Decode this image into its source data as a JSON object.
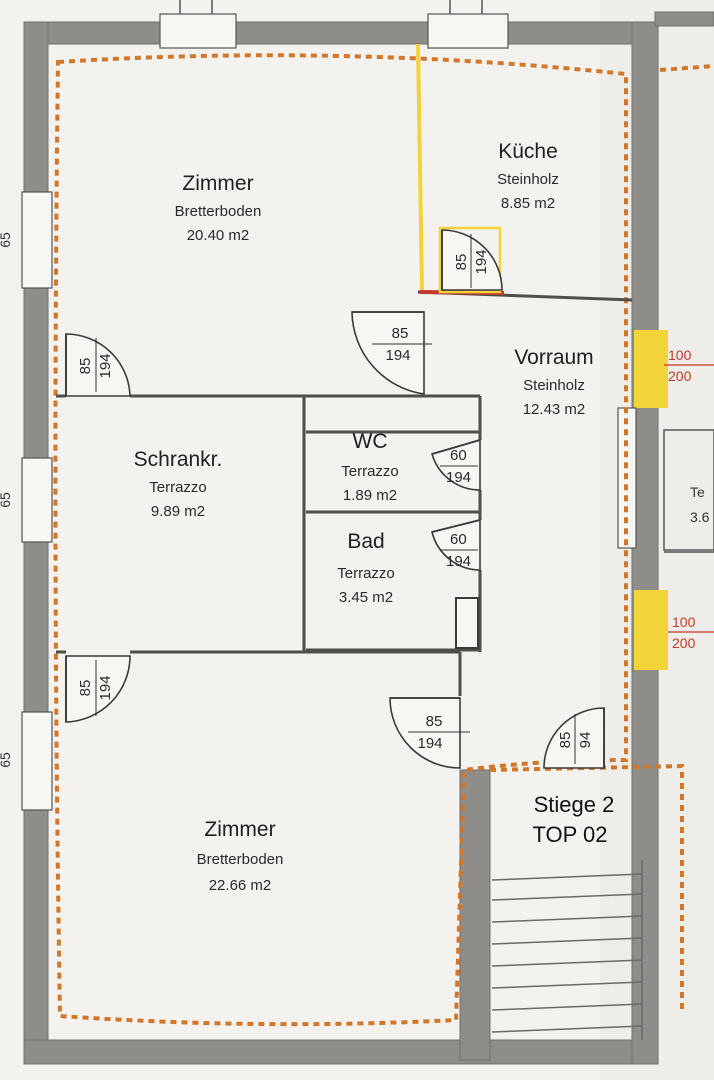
{
  "rooms": {
    "zimmer_top": {
      "name": "Zimmer",
      "floor": "Bretterboden",
      "area": "20.40  m2"
    },
    "kueche": {
      "name": "Küche",
      "floor": "Steinholz",
      "area": "8.85  m2"
    },
    "vorraum": {
      "name": "Vorraum",
      "floor": "Steinholz",
      "area": "12.43  m2"
    },
    "schrankr": {
      "name": "Schrankr.",
      "floor": "Terrazzo",
      "area": "9.89  m2"
    },
    "wc": {
      "name": "WC",
      "floor": "Terrazzo",
      "area": "1.89  m2"
    },
    "bad": {
      "name": "Bad",
      "floor": "Terrazzo",
      "area": "3.45  m2"
    },
    "zimmer_bottom": {
      "name": "Zimmer",
      "floor": "Bretterboden",
      "area": "22.66  m2"
    }
  },
  "stair": {
    "line1": "Stiege 2",
    "line2": "TOP 02"
  },
  "doors": {
    "kueche_door": {
      "width": "85",
      "height": "194"
    },
    "vorraum_door": {
      "width": "85",
      "height": "194"
    },
    "schrank_door": {
      "width": "85",
      "height": "194"
    },
    "wc_door": {
      "width": "60",
      "height": "194"
    },
    "bad_door": {
      "width": "60",
      "height": "194"
    },
    "zimmer2_door": {
      "width": "85",
      "height": "194"
    },
    "lower_left_door": {
      "width": "85",
      "height": "194"
    },
    "entry_door": {
      "width": "85",
      "height": "94"
    }
  },
  "exterior_openings": {
    "upper": {
      "width": "100",
      "height": "200"
    },
    "lower": {
      "width": "100",
      "height": "200"
    }
  },
  "neighbor": {
    "room_fragment": "Te",
    "area_fragment": "3.6"
  },
  "left_window_labels": [
    "65",
    "65",
    "65"
  ],
  "colors": {
    "wall": "#8f8d89",
    "boundary_dash": "#d2772a",
    "yellow_marker": "#f2d33a",
    "red_marker": "#c23a2a"
  }
}
